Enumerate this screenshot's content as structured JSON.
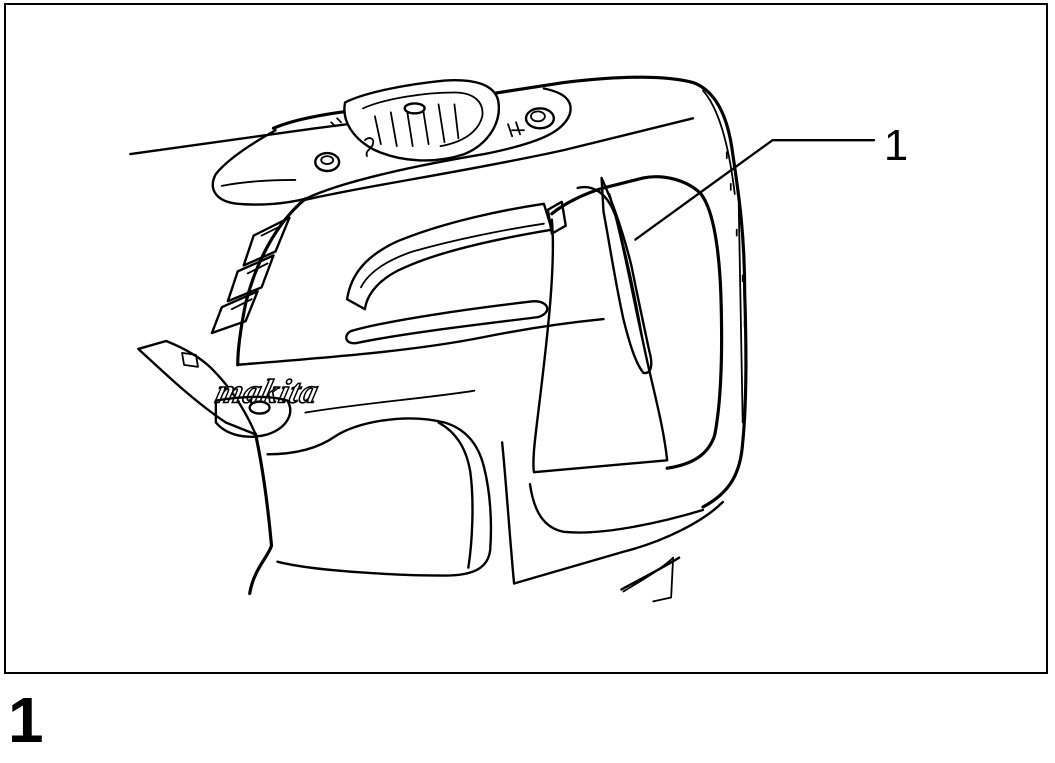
{
  "figure": {
    "number": "1",
    "callout_label": "1",
    "brand_logo": "makita",
    "subject_icon": "rotary-hammer-drill-icon"
  },
  "colors": {
    "line": "#000000",
    "background": "#ffffff"
  }
}
